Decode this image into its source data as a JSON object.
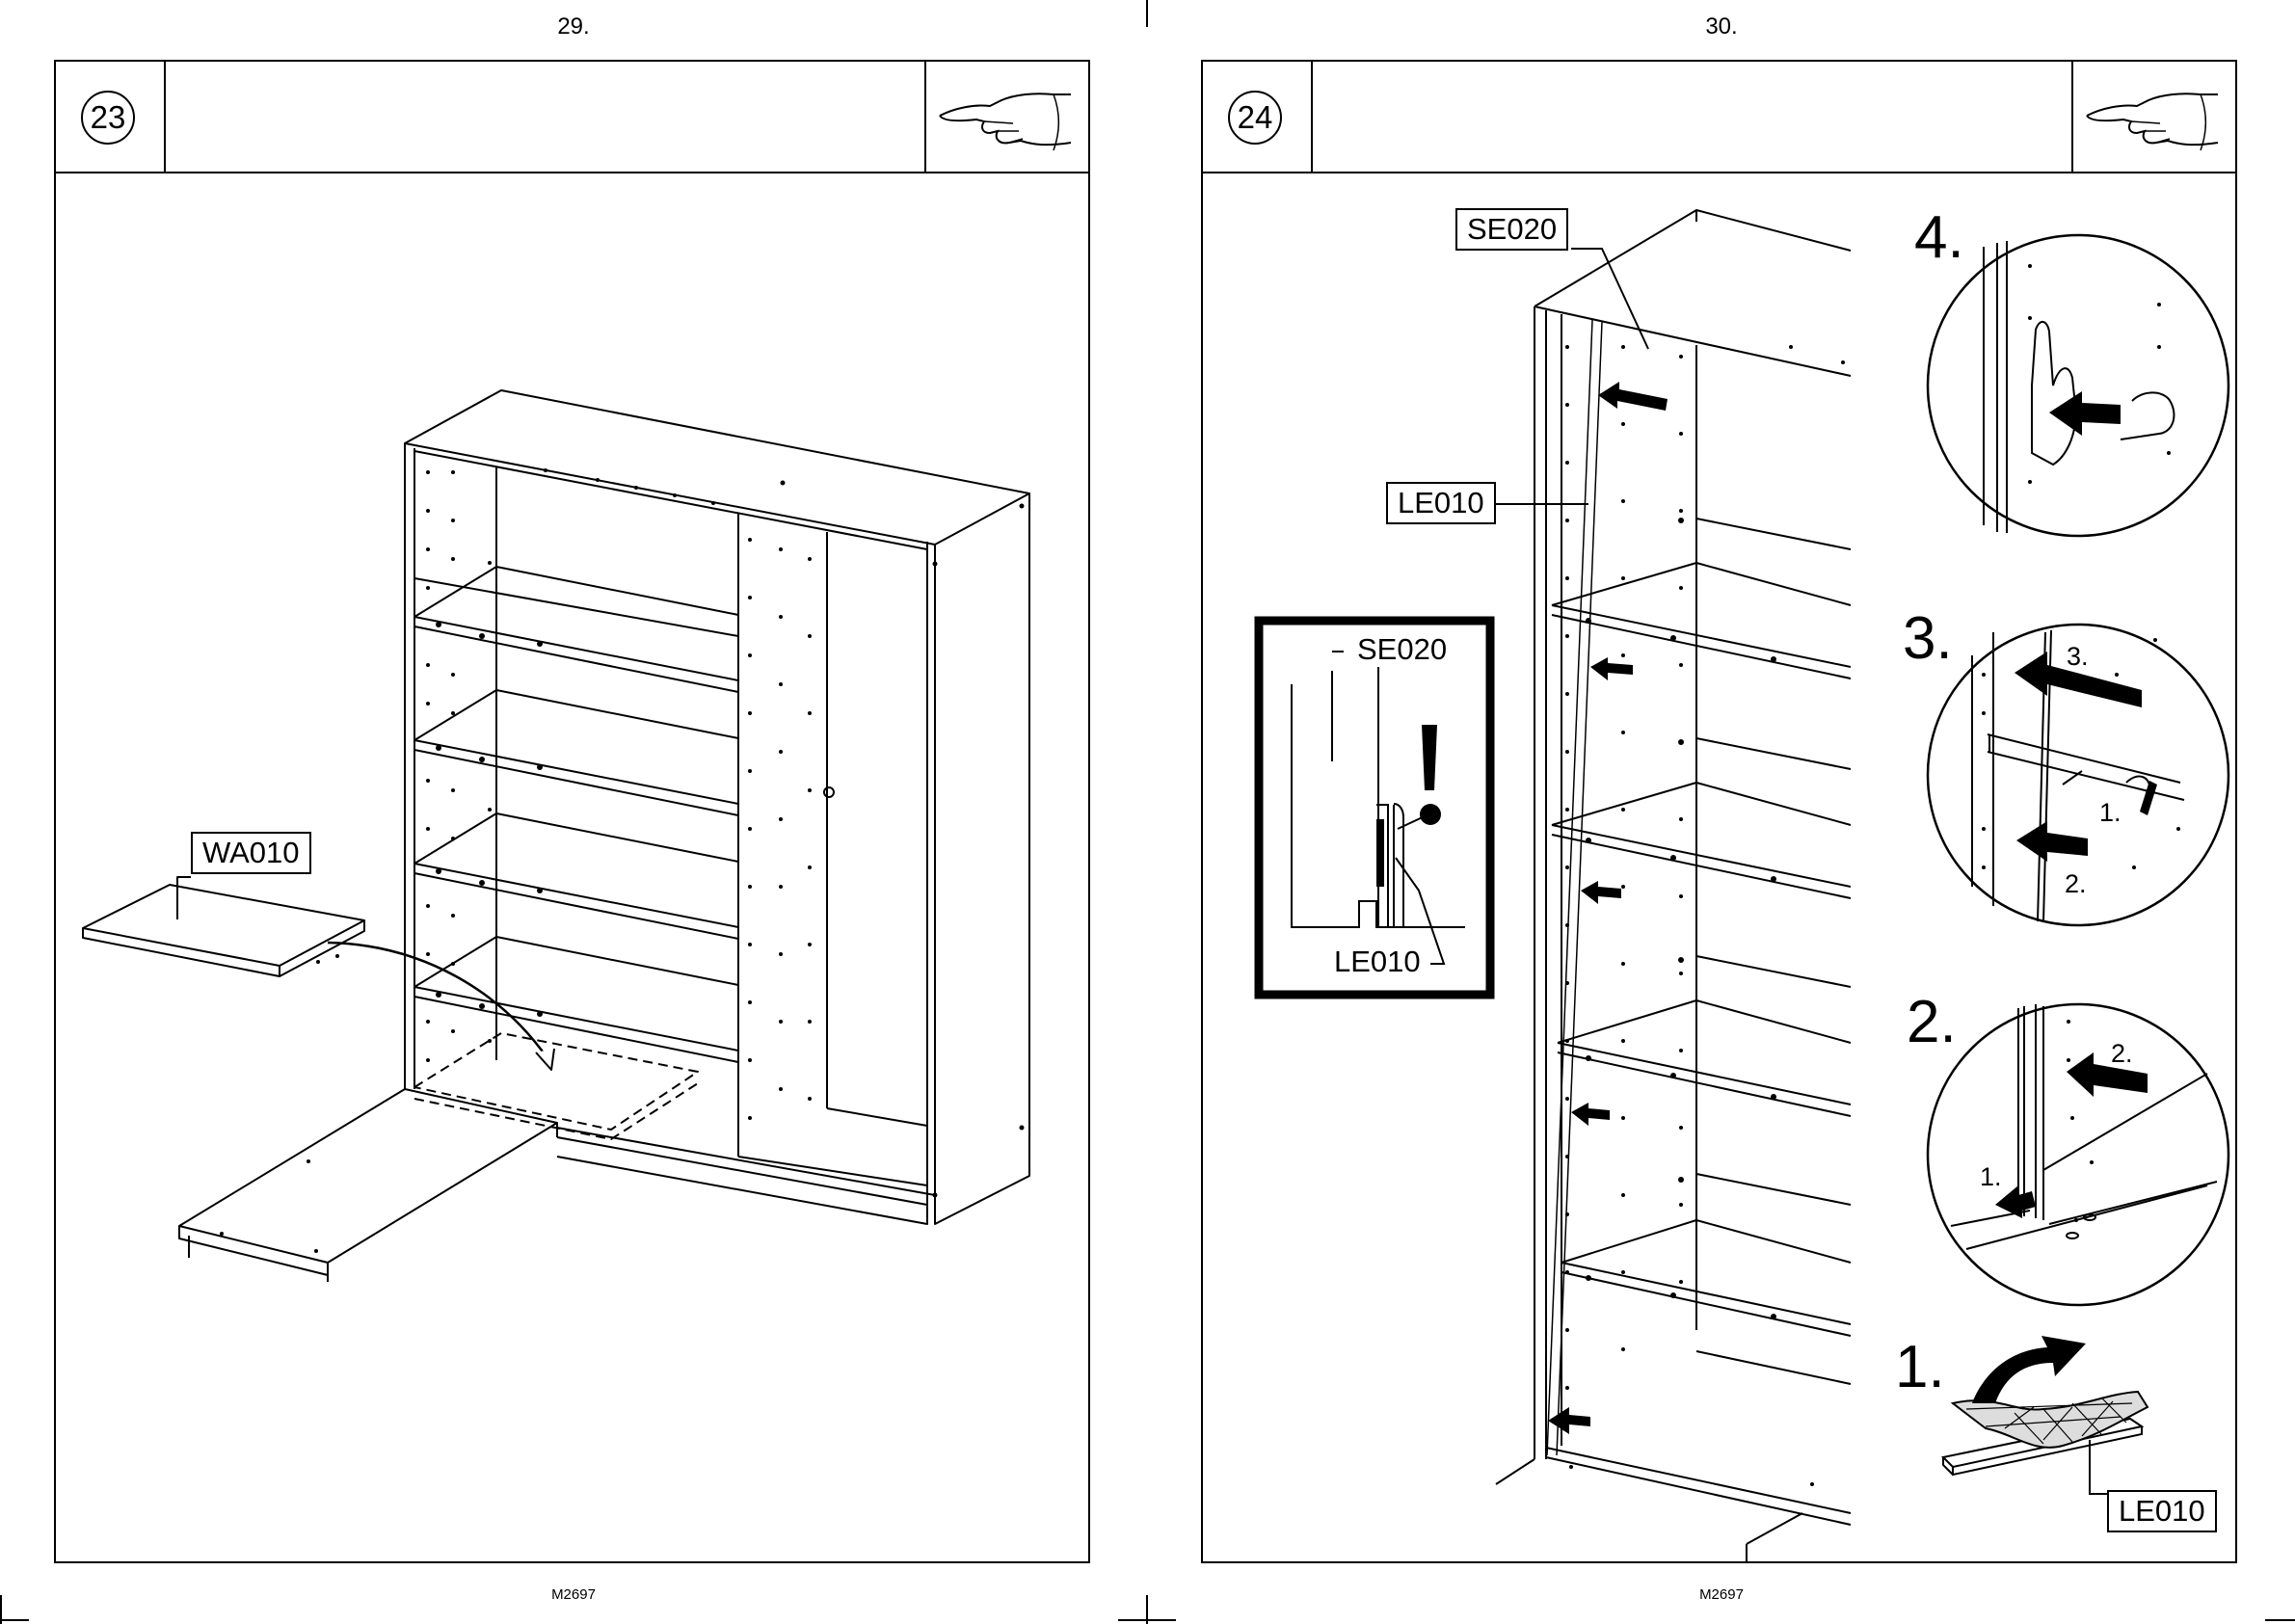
{
  "pages": [
    {
      "page_number": "29.",
      "footer": "M2697",
      "step": "23",
      "hand_icon": "pointing-hand-icon",
      "callouts": [
        "WA010"
      ]
    },
    {
      "page_number": "30.",
      "footer": "M2697",
      "step": "24",
      "hand_icon": "pointing-hand-icon",
      "callouts": [
        "SE020",
        "LE010"
      ],
      "detail_box": {
        "top_label": "SE020",
        "bottom_label": "LE010",
        "warning_icon": "exclamation-icon"
      },
      "sub_steps": [
        {
          "label": "4."
        },
        {
          "label": "3.",
          "marks": [
            "3.",
            "1.",
            "2."
          ]
        },
        {
          "label": "2.",
          "marks": [
            "2.",
            "1."
          ]
        },
        {
          "label": "1.",
          "part": "LE010"
        }
      ]
    }
  ]
}
